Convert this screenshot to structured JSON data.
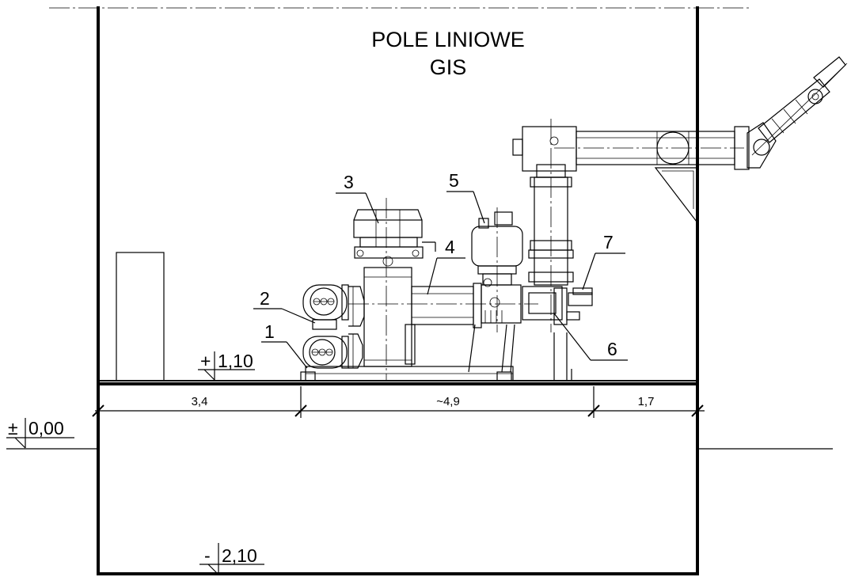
{
  "title": {
    "line1": "POLE LINIOWE",
    "line2": "GIS"
  },
  "callouts": [
    {
      "id": "1",
      "label": "1"
    },
    {
      "id": "2",
      "label": "2"
    },
    {
      "id": "3",
      "label": "3"
    },
    {
      "id": "4",
      "label": "4"
    },
    {
      "id": "5",
      "label": "5"
    },
    {
      "id": "6",
      "label": "6"
    },
    {
      "id": "7",
      "label": "7"
    }
  ],
  "elevations": {
    "floor": {
      "sign": "+",
      "value": "1,10"
    },
    "ground": {
      "sign": "±",
      "value": "0,00"
    },
    "basement": {
      "sign": "-",
      "value": "2,10"
    }
  },
  "dimensions": {
    "left": "3,4",
    "middle": "~4,9",
    "right": "1,7"
  },
  "colors": {
    "line": "#000000",
    "background": "#ffffff"
  }
}
